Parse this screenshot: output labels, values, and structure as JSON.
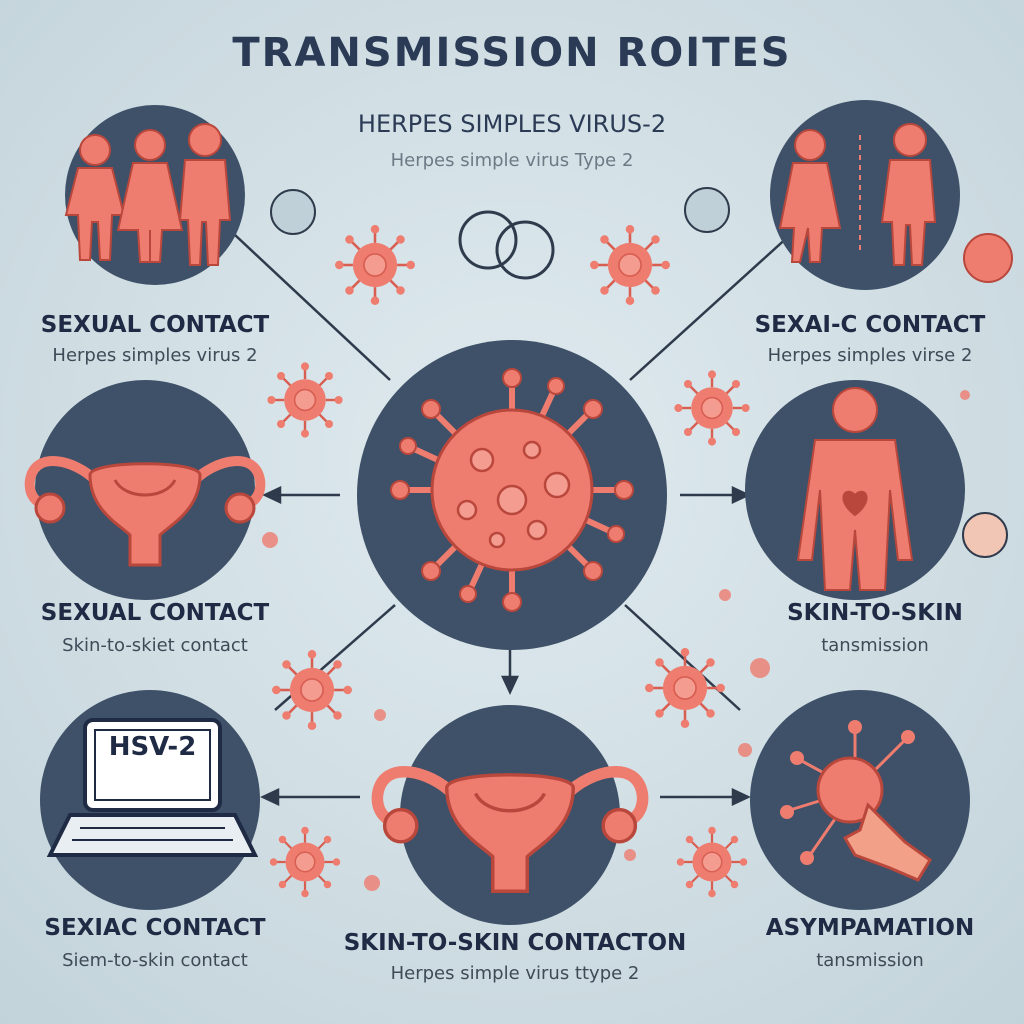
{
  "header": {
    "title": "TRANSMISSION ROITES",
    "subtitle": "HERPES SIMPLES VIRUS-2",
    "subtitle_secondary": "Herpes simple virus Type 2"
  },
  "nodes": [
    {
      "id": "top-left",
      "label": "SEXUAL CONTACT",
      "sublabel": "Herpes simples virus 2",
      "icon": "people-icon"
    },
    {
      "id": "top-right",
      "label": "SEXAI-C CONTACT",
      "sublabel": "Herpes simples virse 2",
      "icon": "couple-icon"
    },
    {
      "id": "mid-left",
      "label": "SEXUAL CONTACT",
      "sublabel": "Skin-to-skiet contact",
      "icon": "uterus-icon"
    },
    {
      "id": "mid-right",
      "label": "SKIN-TO-SKIN",
      "sublabel": "tansmission",
      "icon": "person-icon"
    },
    {
      "id": "bottom-left",
      "label": "SEXIAC CONTACT",
      "sublabel": "Siem-to-skin contact",
      "icon": "laptop-icon",
      "screen_text": "HSV-2"
    },
    {
      "id": "bottom-center",
      "label": "SKIN-TO-SKIN CONTACTON",
      "sublabel": "Herpes simple virus ttype 2",
      "icon": "uterus-icon"
    },
    {
      "id": "bottom-right",
      "label": "ASYMPAMATION",
      "sublabel": "tansmission",
      "icon": "pointing-hand-icon"
    }
  ],
  "colors": {
    "circle": "#3f5168",
    "virus": "#ee7c6f",
    "text_dark": "#1f2a44",
    "arrow": "#2f3b4c"
  }
}
